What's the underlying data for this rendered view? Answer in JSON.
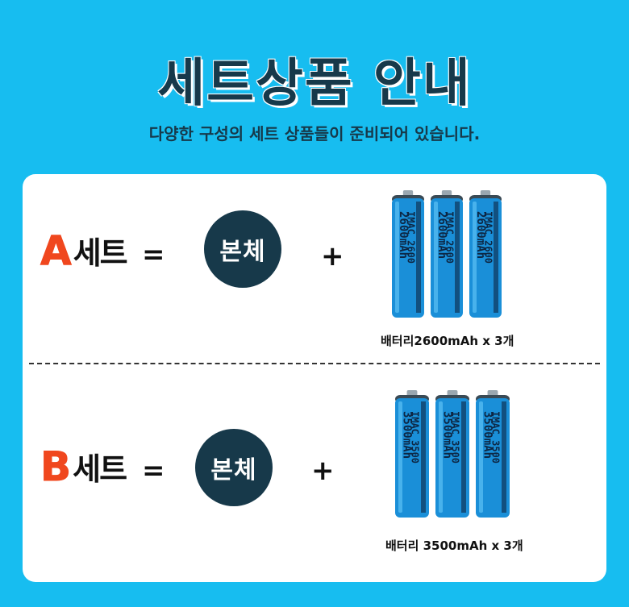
{
  "header": {
    "title": "세트상품 안내",
    "subtitle": "다양한 구성의 세트 상품들이 준비되어 있습니다."
  },
  "sets": [
    {
      "letter": "A",
      "word": "세트",
      "equals": "=",
      "body_label": "본체",
      "plus": "+",
      "battery_model": "IMAC 2600",
      "battery_capacity": "2600mAh",
      "battery_count": 3,
      "caption": "배터리2600mAh x 3개"
    },
    {
      "letter": "B",
      "word": "세트",
      "equals": "=",
      "body_label": "본체",
      "plus": "+",
      "battery_model": "IMAC 3500",
      "battery_capacity": "3500mAh",
      "battery_count": 3,
      "caption": "배터리 3500mAh x 3개"
    }
  ],
  "colors": {
    "background": "#17bdf0",
    "accent": "#f0471e",
    "dark": "#17394a",
    "battery": "#1a8fd8"
  }
}
